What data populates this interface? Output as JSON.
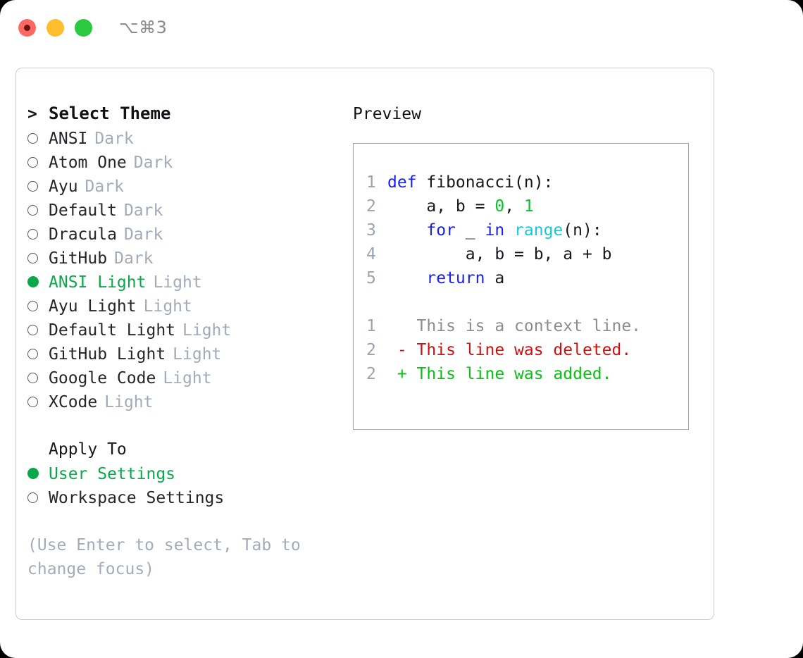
{
  "window": {
    "shortcut": "⌥⌘3",
    "traffic_lights": [
      {
        "name": "close",
        "color": "#fb6a62"
      },
      {
        "name": "minimize",
        "color": "#fcbd2e"
      },
      {
        "name": "maximize",
        "color": "#2bc840"
      }
    ]
  },
  "theme_picker": {
    "header_marker": ">",
    "header_label": "Select Theme",
    "items": [
      {
        "marker": "○",
        "label": "ANSI",
        "tag": "Dark",
        "selected": false
      },
      {
        "marker": "○",
        "label": "Atom One",
        "tag": "Dark",
        "selected": false
      },
      {
        "marker": "○",
        "label": "Ayu",
        "tag": "Dark",
        "selected": false
      },
      {
        "marker": "○",
        "label": "Default",
        "tag": "Dark",
        "selected": false
      },
      {
        "marker": "○",
        "label": "Dracula",
        "tag": "Dark",
        "selected": false
      },
      {
        "marker": "○",
        "label": "GitHub",
        "tag": "Dark",
        "selected": false
      },
      {
        "marker": "●",
        "label": "ANSI Light",
        "tag": "Light",
        "selected": true
      },
      {
        "marker": "○",
        "label": "Ayu Light",
        "tag": "Light",
        "selected": false
      },
      {
        "marker": "○",
        "label": "Default Light",
        "tag": "Light",
        "selected": false
      },
      {
        "marker": "○",
        "label": "GitHub Light",
        "tag": "Light",
        "selected": false
      },
      {
        "marker": "○",
        "label": "Google Code",
        "tag": "Light",
        "selected": false
      },
      {
        "marker": "○",
        "label": "XCode",
        "tag": "Light",
        "selected": false
      }
    ]
  },
  "apply_to": {
    "title": "Apply To",
    "items": [
      {
        "marker": "●",
        "label": "User Settings",
        "selected": true
      },
      {
        "marker": "○",
        "label": "Workspace Settings",
        "selected": false
      }
    ]
  },
  "hint": {
    "line1": "(Use Enter to select, Tab to",
    "line2": "change focus)"
  },
  "preview": {
    "title": "Preview",
    "code_lines": [
      {
        "num": "1",
        "tokens": [
          {
            "t": "def ",
            "c": "kw"
          },
          {
            "t": "fibonacci(n):",
            "c": "txt"
          }
        ]
      },
      {
        "num": "2",
        "tokens": [
          {
            "t": "    a, b = ",
            "c": "txt"
          },
          {
            "t": "0",
            "c": "num"
          },
          {
            "t": ", ",
            "c": "txt"
          },
          {
            "t": "1",
            "c": "num"
          }
        ]
      },
      {
        "num": "3",
        "tokens": [
          {
            "t": "    ",
            "c": "txt"
          },
          {
            "t": "for",
            "c": "kw"
          },
          {
            "t": " _ ",
            "c": "txt"
          },
          {
            "t": "in",
            "c": "kw"
          },
          {
            "t": " ",
            "c": "txt"
          },
          {
            "t": "range",
            "c": "fn"
          },
          {
            "t": "(n):",
            "c": "txt"
          }
        ]
      },
      {
        "num": "4",
        "tokens": [
          {
            "t": "        a, b = b, a + b",
            "c": "txt"
          }
        ]
      },
      {
        "num": "5",
        "tokens": [
          {
            "t": "    ",
            "c": "txt"
          },
          {
            "t": "return",
            "c": "kw"
          },
          {
            "t": " a",
            "c": "txt"
          }
        ]
      }
    ],
    "diff_lines": [
      {
        "num": "1",
        "tokens": [
          {
            "t": "   This is a context line.",
            "c": "ctx"
          }
        ]
      },
      {
        "num": "2",
        "tokens": [
          {
            "t": " - This line was deleted.",
            "c": "del"
          }
        ]
      },
      {
        "num": "2",
        "tokens": [
          {
            "t": " + This line was added.",
            "c": "add"
          }
        ]
      }
    ]
  },
  "colors": {
    "accent_green": "#0aa84a",
    "muted": "#a3abb8",
    "keyword": "#1821ee",
    "function": "#16cada",
    "number": "#07c32a",
    "deleted": "#cc1111",
    "added": "#0ac014",
    "panel_border": "#c6ccd6",
    "code_border": "#97a2b1"
  }
}
